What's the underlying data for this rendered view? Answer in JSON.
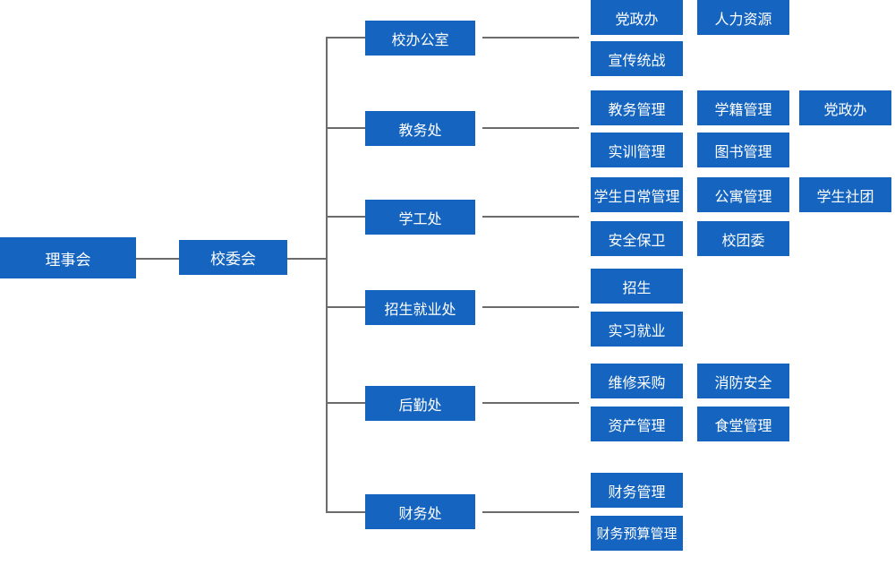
{
  "colors": {
    "box": "#1565c0",
    "line": "#6b6b6b",
    "text": "#ffffff"
  },
  "root": "理事会",
  "level1": "校委会",
  "departments": [
    {
      "name": "校办公室",
      "units": [
        "党政办",
        "人力资源",
        "宣传统战"
      ]
    },
    {
      "name": "教务处",
      "units": [
        "教务管理",
        "学籍管理",
        "党政办",
        "实训管理",
        "图书管理"
      ]
    },
    {
      "name": "学工处",
      "units": [
        "学生日常管理",
        "公寓管理",
        "学生社团",
        "安全保卫",
        "校团委"
      ]
    },
    {
      "name": "招生就业处",
      "units": [
        "招生",
        "实习就业"
      ]
    },
    {
      "name": "后勤处",
      "units": [
        "维修采购",
        "消防安全",
        "资产管理",
        "食堂管理"
      ]
    },
    {
      "name": "财务处",
      "units": [
        "财务管理",
        "财务预算管理"
      ]
    }
  ]
}
